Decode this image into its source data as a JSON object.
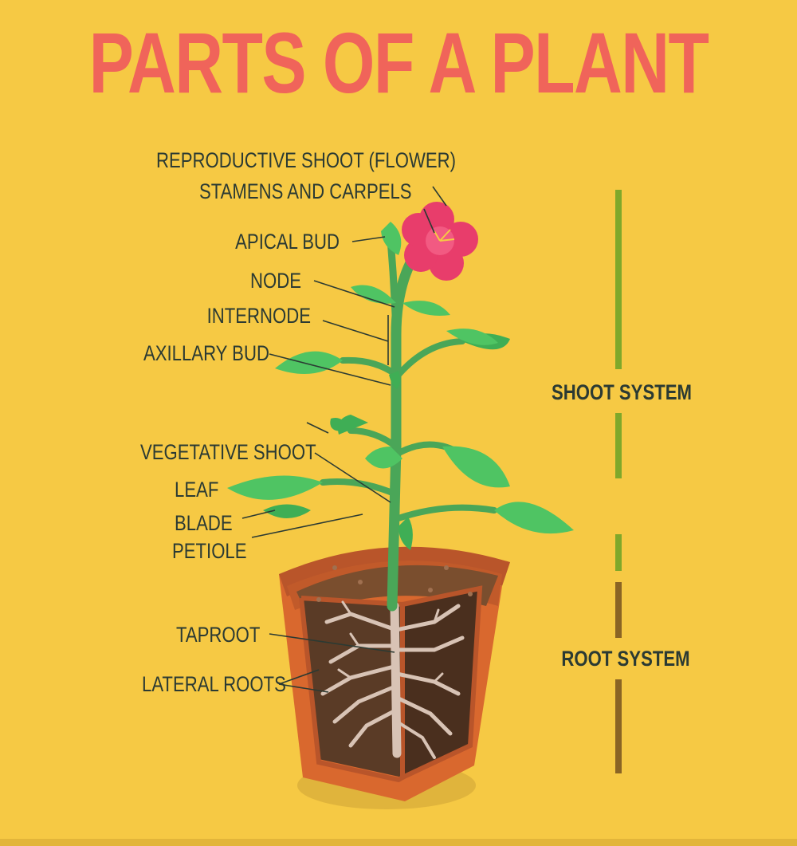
{
  "title": "PARTS OF A PLANT",
  "labels": {
    "reproductive_shoot": "REPRODUCTIVE SHOOT (FLOWER)",
    "stamens_carpels": "STAMENS AND CARPELS",
    "apical_bud": "APICAL BUD",
    "node": "NODE",
    "internode": "INTERNODE",
    "axillary_bud": "AXILLARY BUD",
    "vegetative_shoot": "VEGETATIVE SHOOT",
    "leaf": "LEAF",
    "blade": "BLADE",
    "petiole": "PETIOLE",
    "taproot": "TAPROOT",
    "lateral_roots": "LATERAL ROOTS"
  },
  "systems": {
    "shoot": "SHOOT SYSTEM",
    "root": "ROOT SYSTEM"
  },
  "colors": {
    "background": "#f6c944",
    "title": "#f0645a",
    "shoot_bar": "#7fa82a",
    "root_bar": "#8a6424",
    "leaf": "#4fc463",
    "stem": "#4aa658",
    "flower": "#e83d6b",
    "pot": "#d9682e",
    "soil": "#5a3b26",
    "roots": "#d8c3b5"
  }
}
